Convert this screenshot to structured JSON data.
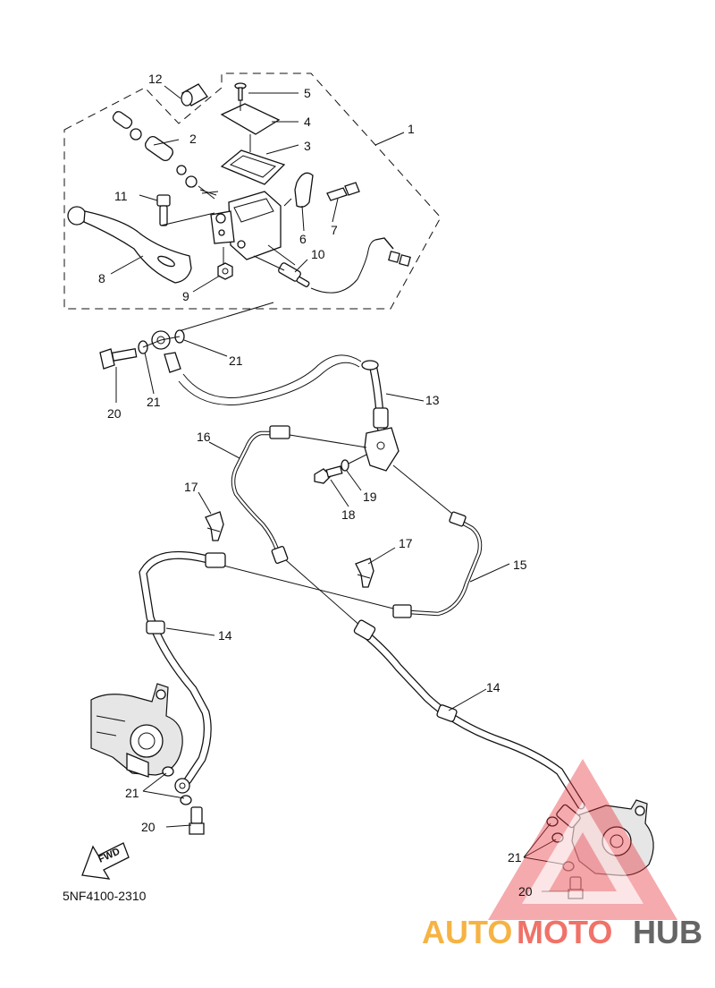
{
  "diagram": {
    "reference_code": "5NF4100-2310",
    "direction_badge": "FWD",
    "part_callouts": [
      "1",
      "2",
      "3",
      "4",
      "5",
      "6",
      "7",
      "8",
      "9",
      "10",
      "11",
      "12",
      "13",
      "14",
      "14",
      "15",
      "16",
      "17",
      "17",
      "18",
      "19",
      "20",
      "20",
      "21",
      "21",
      "21",
      "21"
    ]
  },
  "watermark": {
    "text_part1": "AUTO",
    "text_part2": "MOTO",
    "text_part3": "HUB",
    "color_auto": "#f5a623",
    "color_moto": "#ee5a4e",
    "color_hub": "#555555",
    "triangle_color": "#e8323a"
  }
}
